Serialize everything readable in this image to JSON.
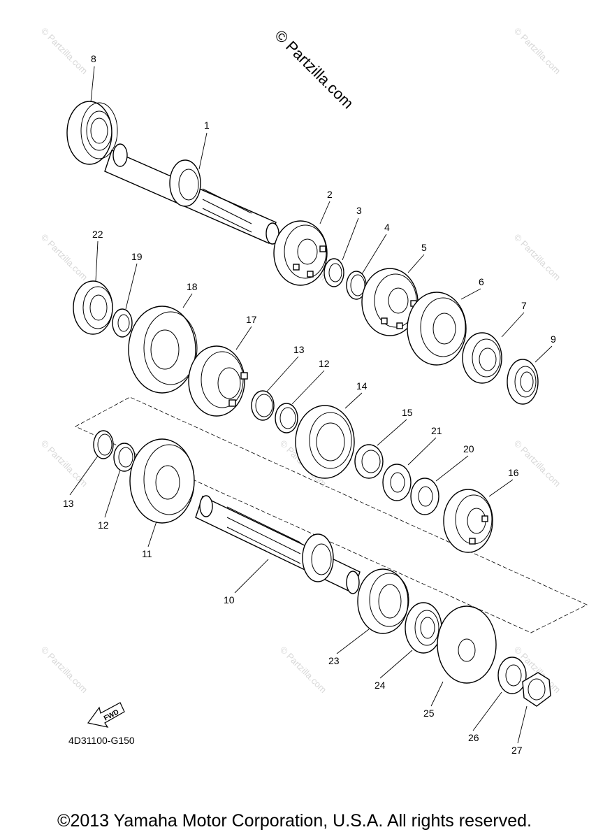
{
  "watermark_main": "© Partzilla.com",
  "watermark_faint": "© Partzilla.com",
  "diagram_code": "4D31100-G150",
  "fwd_label": "FWD",
  "copyright": "©2013 Yamaha Motor Corporation, U.S.A. All rights reserved.",
  "callouts": {
    "c1": "1",
    "c2": "2",
    "c3": "3",
    "c4": "4",
    "c5": "5",
    "c6": "6",
    "c7": "7",
    "c8": "8",
    "c9": "9",
    "c10": "10",
    "c11": "11",
    "c12a": "12",
    "c12b": "12",
    "c13a": "13",
    "c13b": "13",
    "c14": "14",
    "c15": "15",
    "c16": "16",
    "c17": "17",
    "c18": "18",
    "c19": "19",
    "c20": "20",
    "c21": "21",
    "c22": "22",
    "c23": "23",
    "c24": "24",
    "c25": "25",
    "c26": "26",
    "c27": "27"
  }
}
